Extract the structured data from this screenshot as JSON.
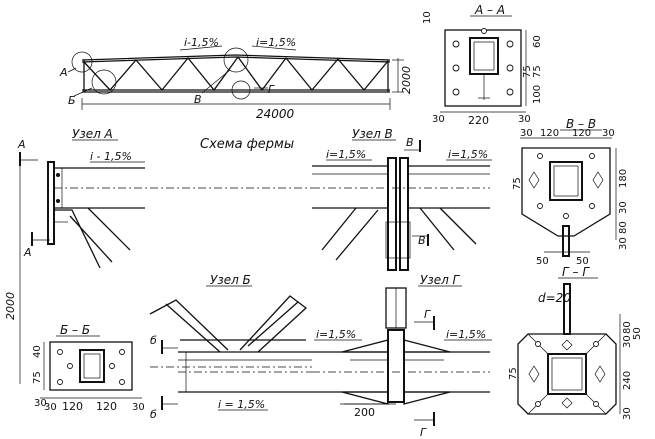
{
  "truss": {
    "title": "Схема фермы",
    "slope_left": "i-1,5%",
    "slope_right": "i=1,5%",
    "span": "24000",
    "height": "2000",
    "node_labels": [
      "А",
      "Б",
      "В",
      "Г"
    ]
  },
  "section_aa": {
    "title": "А – А",
    "dims": [
      "10",
      "60",
      "75",
      "75",
      "100",
      "30",
      "220",
      "30"
    ]
  },
  "node_a": {
    "title": "Узел А",
    "slope": "i - 1,5%",
    "cut_mark": "А",
    "height": "2000"
  },
  "node_v": {
    "title": "Узел В",
    "slope_left": "i=1,5%",
    "slope_right": "i=1,5%",
    "cut_mark": "В"
  },
  "section_vv": {
    "title": "В – В",
    "dims": [
      "30",
      "120",
      "120",
      "30",
      "75",
      "180",
      "30",
      "80",
      "30",
      "50",
      "50"
    ]
  },
  "section_gg_title": "Г – Г",
  "node_b": {
    "title": "Узел Б",
    "slope": "i = 1,5%",
    "cut_mark": "б"
  },
  "section_bb": {
    "title": "Б – Б",
    "dims": [
      "40",
      "75",
      "30",
      "30",
      "120",
      "120",
      "30"
    ]
  },
  "node_g": {
    "title": "Узел Г",
    "slope_left": "i=1,5%",
    "slope_right": "i=1,5%",
    "cut_mark": "Г",
    "dim": "200"
  },
  "section_gg": {
    "diameter": "d=20",
    "dims": [
      "80",
      "30",
      "50",
      "75",
      "240",
      "30"
    ]
  }
}
